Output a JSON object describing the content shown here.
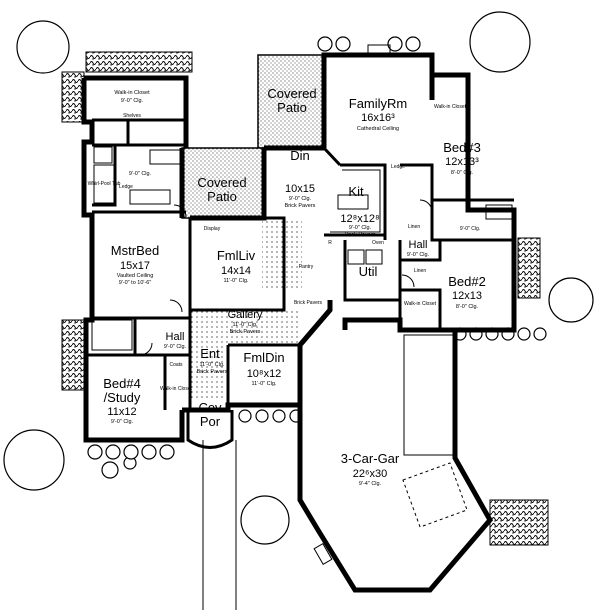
{
  "rooms": [
    {
      "id": "familyrm",
      "name": "FamilyRm",
      "dims": "16x16³",
      "note": "Cathedral Ceiling"
    },
    {
      "id": "covered-patio-top",
      "name": "Covered",
      "name2": "Patio"
    },
    {
      "id": "covered-patio-mid",
      "name": "Covered",
      "name2": "Patio"
    },
    {
      "id": "din",
      "name": "Din",
      "dims": "10x15",
      "note": "9'-0\" Clg.",
      "note2": "Brick Pavers"
    },
    {
      "id": "kit",
      "name": "Kit",
      "dims": "12⁸x12⁸",
      "note": "9'-0\" Clg.",
      "note2": "Brick Pavers"
    },
    {
      "id": "bed3",
      "name": "Bed#3",
      "dims": "12x13³",
      "note": "8'-0\" Clg."
    },
    {
      "id": "mstrbed",
      "name": "MstrBed",
      "dims": "15x17",
      "note": "Vaulted Ceiling",
      "note2": "9'-0\" to 10'-6\""
    },
    {
      "id": "fmlliv",
      "name": "FmlLiv",
      "dims": "14x14",
      "note": "11'-0\" Clg."
    },
    {
      "id": "bed2",
      "name": "Bed#2",
      "dims": "12x13",
      "note": "8'-0\" Clg."
    },
    {
      "id": "gallery",
      "name": "Gallery",
      "note": "11'-0\" Clg.",
      "note2": "Brick Pavers"
    },
    {
      "id": "ent",
      "name": "Ent",
      "note": "11'-0\" Clg.",
      "note2": "Brick Pavers"
    },
    {
      "id": "fmldin",
      "name": "FmlDin",
      "dims": "10⁸x12",
      "note": "11'-0\" Clg."
    },
    {
      "id": "bed4",
      "name": "Bed#4",
      "name2": "/Study",
      "dims": "11x12",
      "note": "9'-0\" Clg."
    },
    {
      "id": "covpor",
      "name": "Cov",
      "name2": "Por"
    },
    {
      "id": "garage",
      "name": "3-Car-Gar",
      "dims": "22⁶x30",
      "note": "9'-4\" Clg."
    },
    {
      "id": "util",
      "name": "Util"
    },
    {
      "id": "hall-right",
      "name": "Hall",
      "note": "9'-0\" Clg."
    },
    {
      "id": "hall-left",
      "name": "Hall",
      "note": "9'-0\" Clg."
    }
  ],
  "notes": {
    "walkin_master": "Walk-in Closet",
    "master_clg": "9'-0\" Clg.",
    "shelves": "Shelves",
    "bath_clg": "9'-0\" Clg.",
    "ledge_left": "Ledge",
    "whirlpool": "Whirl-Pool Tub",
    "display": "Display",
    "ledge_kit": "Ledge",
    "walkin_bed3": "Walk-in Closet",
    "linen_top": "Linen",
    "bath_right_clg": "9'-0\" Clg.",
    "linen_right": "Linen",
    "walkin_bed2": "Walk-in Closet",
    "brick_pavers": "Brick Pavers",
    "pantry": "Pantry",
    "coats": "Coats",
    "walkin_bed4": "Walk-in Closet",
    "oven": "Oven",
    "ref": "R"
  }
}
